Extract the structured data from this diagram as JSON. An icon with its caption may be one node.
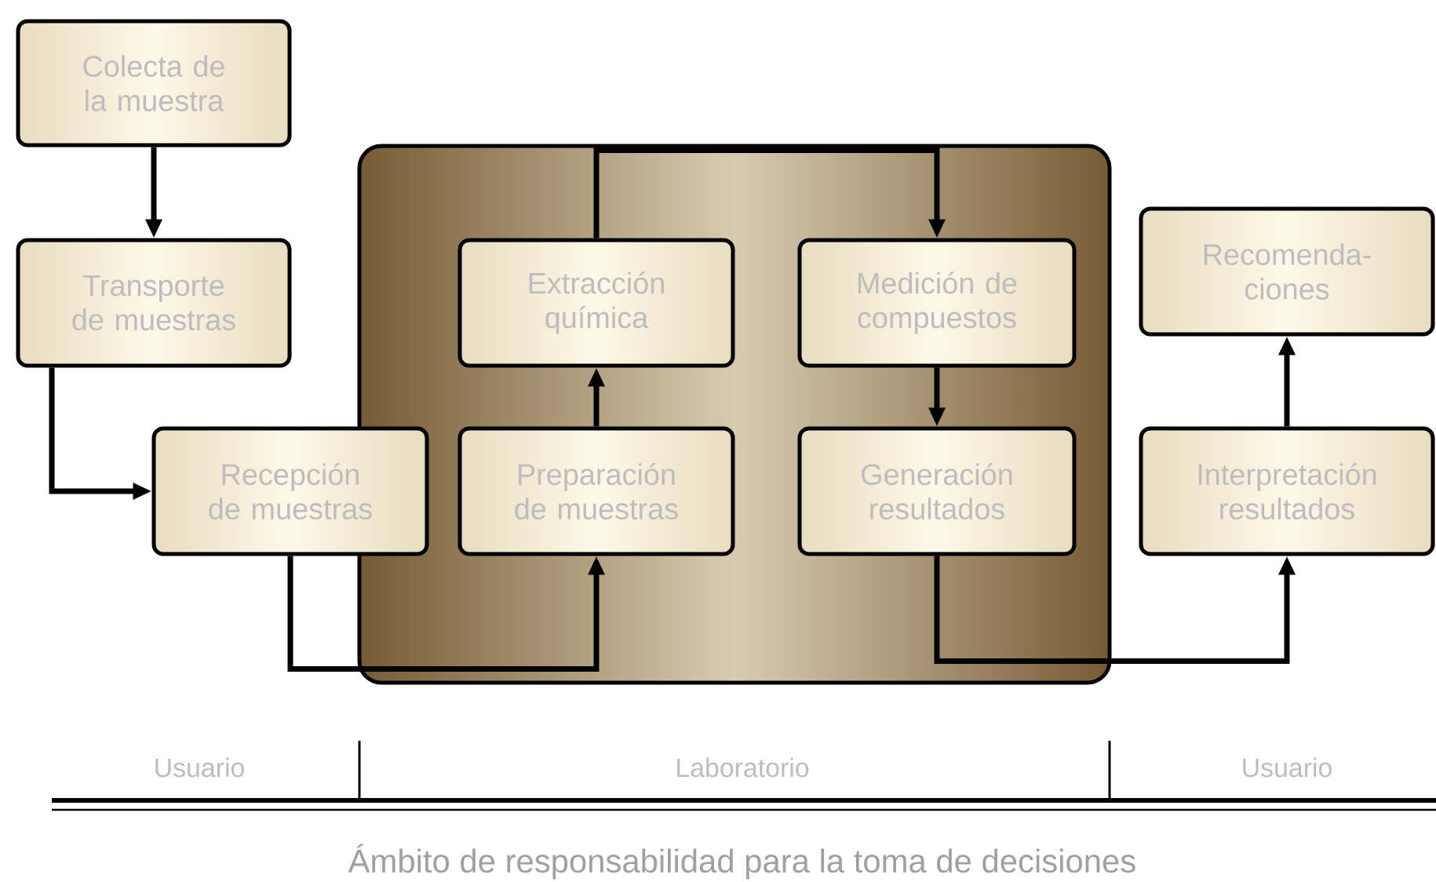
{
  "diagram": {
    "caption": "Ámbito de responsabilidad para la toma de decisiones",
    "nodes": [
      {
        "text": [
          "Colecta de la muestra"
        ]
      },
      {
        "text": [
          "Transporte de muestras"
        ]
      },
      {
        "text": [],
        "shape": "box"
      },
      {
        "text": [
          "Extracción química"
        ],
        "in": 2
      },
      {
        "text": [
          "Medición de compuestos"
        ],
        "in": 2
      },
      {
        "text": [
          "Recomenda- ciones"
        ]
      },
      {
        "text": [
          "Recepción de muestras"
        ]
      },
      {
        "text": [
          "Preparación de muestras"
        ],
        "in": 2
      },
      {
        "text": [
          "Generación resultados"
        ],
        "in": 2
      },
      {
        "text": [
          "Interpretación resultados"
        ]
      }
    ],
    "edges": [
      {
        "from": 0,
        "to": 1,
        "arrow": "to"
      },
      {
        "from": 1,
        "to": 6,
        "arrow": "to"
      },
      {
        "from": 6,
        "to": 7,
        "arrow": "to"
      },
      {
        "from": 7,
        "to": 3,
        "arrow": "to"
      },
      {
        "from": 3,
        "to": 4,
        "arrow": "to"
      },
      {
        "from": 4,
        "to": 8,
        "arrow": "to"
      },
      {
        "from": 8,
        "to": 9,
        "arrow": "to"
      },
      {
        "from": 9,
        "to": 5,
        "arrow": "to"
      }
    ],
    "labels": [
      "Usuario",
      "Laboratorio",
      "Usuario"
    ]
  }
}
